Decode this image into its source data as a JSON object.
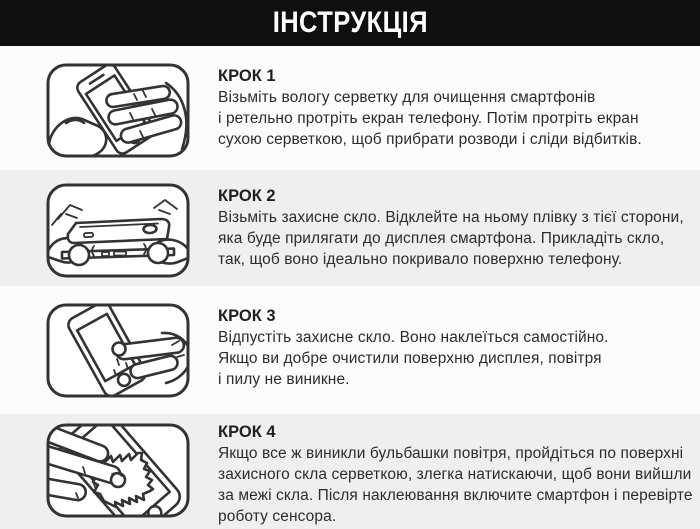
{
  "header": {
    "title": "ІНСТРУКЦІЯ"
  },
  "colors": {
    "header_bg": "#0f0f0f",
    "band_alt": "#efefef",
    "page_bg": "#fcfcfc",
    "text": "#2c2c2c",
    "line_art": "#333333"
  },
  "steps": [
    {
      "label": "КРОК 1",
      "icon": "hand-wiping-phone-with-cloth",
      "lines": [
        "Візьміть вологу серветку для очищення смартфонів",
        "і ретельно протріть екран телефону. Потім протріть екран",
        "сухою серветкою, щоб прибрати розводи і сліди відбитків."
      ]
    },
    {
      "label": "КРОК 2",
      "icon": "two-hands-holding-protective-glass-over-phone",
      "lines": [
        "Візьміть захисне скло. Відклейте на ньому плівку з тієї сторони,",
        "яка буде прилягати до дисплея смартфона. Прикладіть скло,",
        "так, щоб воно ідеально покривало поверхню телефону."
      ]
    },
    {
      "label": "КРОК 3",
      "icon": "finger-pressing-phone-screen",
      "lines": [
        "Відпустіть захисне скло. Воно наклеїться самостійно.",
        "Якщо ви добре очистили поверхню дисплея, повітря",
        "і пилу не виникне."
      ]
    },
    {
      "label": "КРОК 4",
      "icon": "hand-smoothing-cloth-on-glass",
      "lines": [
        "Якщо все ж виникли бульбашки повітря, пройдіться по поверхні",
        "захисного скла серветкою, злегка натискаючи, щоб вони вийшли",
        "за межі скла. Після наклеювання включите смартфон і перевірте",
        "роботу сенсора."
      ]
    }
  ]
}
